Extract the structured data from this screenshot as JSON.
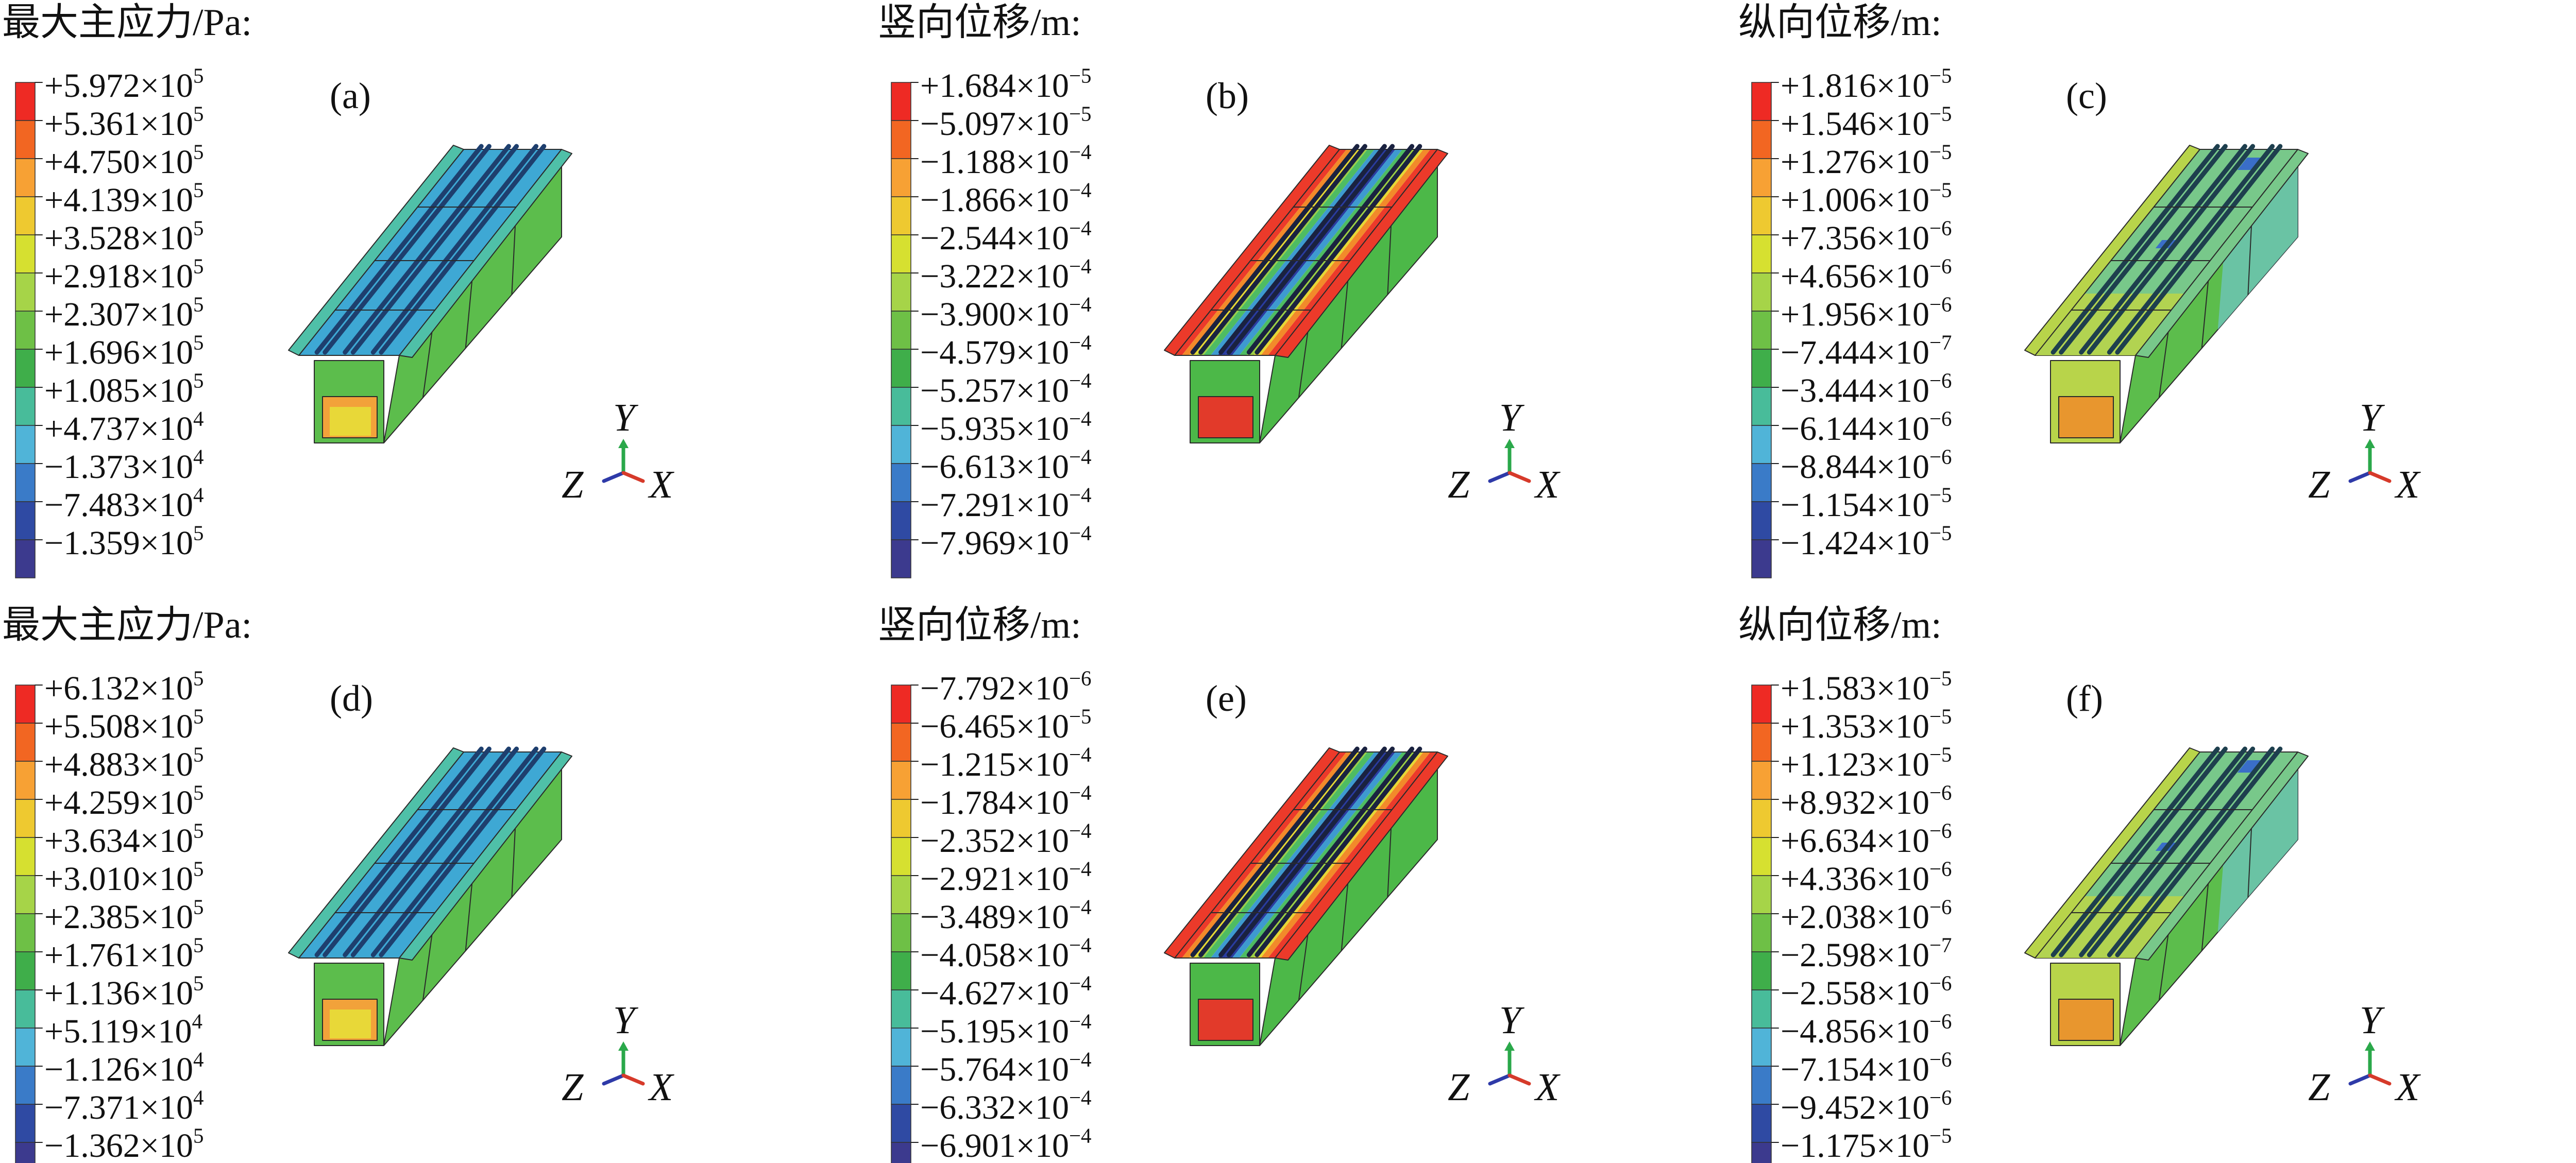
{
  "rows": [
    [
      {
        "title": "最大主应力/Pa:",
        "label": "(a)",
        "color_scheme": "stress",
        "ticks": [
          "+5.972×10^5",
          "+5.361×10^5",
          "+4.750×10^5",
          "+4.139×10^5",
          "+3.528×10^5",
          "+2.918×10^5",
          "+2.307×10^5",
          "+1.696×10^5",
          "+1.085×10^5",
          "+4.737×10^4",
          "−1.373×10^4",
          "−7.483×10^4",
          "−1.359×10^5"
        ]
      },
      {
        "title": "竖向位移/m:",
        "label": "(b)",
        "color_scheme": "vertical",
        "ticks": [
          "+1.684×10^−5",
          "−5.097×10^−5",
          "−1.188×10^−4",
          "−1.866×10^−4",
          "−2.544×10^−4",
          "−3.222×10^−4",
          "−3.900×10^−4",
          "−4.579×10^−4",
          "−5.257×10^−4",
          "−5.935×10^−4",
          "−6.613×10^−4",
          "−7.291×10^−4",
          "−7.969×10^−4"
        ]
      },
      {
        "title": "纵向位移/m:",
        "label": "(c)",
        "color_scheme": "longitudinal",
        "ticks": [
          "+1.816×10^−5",
          "+1.546×10^−5",
          "+1.276×10^−5",
          "+1.006×10^−5",
          "+7.356×10^−6",
          "+4.656×10^−6",
          "+1.956×10^−6",
          "−7.444×10^−7",
          "−3.444×10^−6",
          "−6.144×10^−6",
          "−8.844×10^−6",
          "−1.154×10^−5",
          "−1.424×10^−5"
        ]
      }
    ],
    [
      {
        "title": "最大主应力/Pa:",
        "label": "(d)",
        "color_scheme": "stress",
        "ticks": [
          "+6.132×10^5",
          "+5.508×10^5",
          "+4.883×10^5",
          "+4.259×10^5",
          "+3.634×10^5",
          "+3.010×10^5",
          "+2.385×10^5",
          "+1.761×10^5",
          "+1.136×10^5",
          "+5.119×10^4",
          "−1.126×10^4",
          "−7.371×10^4",
          "−1.362×10^5"
        ]
      },
      {
        "title": "竖向位移/m:",
        "label": "(e)",
        "color_scheme": "vertical",
        "ticks": [
          "−7.792×10^−6",
          "−6.465×10^−5",
          "−1.215×10^−4",
          "−1.784×10^−4",
          "−2.352×10^−4",
          "−2.921×10^−4",
          "−3.489×10^−4",
          "−4.058×10^−4",
          "−4.627×10^−4",
          "−5.195×10^−4",
          "−5.764×10^−4",
          "−6.332×10^−4",
          "−6.901×10^−4"
        ]
      },
      {
        "title": "纵向位移/m:",
        "label": "(f)",
        "color_scheme": "longitudinal",
        "ticks": [
          "+1.583×10^−5",
          "+1.353×10^−5",
          "+1.123×10^−5",
          "+8.932×10^−6",
          "+6.634×10^−6",
          "+4.336×10^−6",
          "+2.038×10^−6",
          "−2.598×10^−7",
          "−2.558×10^−6",
          "−4.856×10^−6",
          "−7.154×10^−6",
          "−9.452×10^−6",
          "−1.175×10^−5"
        ]
      }
    ]
  ],
  "axis_triad": {
    "y": "Y",
    "z": "Z",
    "x": "X"
  },
  "legend_colors": [
    "#ee2a24",
    "#f26622",
    "#f7a134",
    "#eec930",
    "#d6e030",
    "#a6d448",
    "#6ec046",
    "#3fae4a",
    "#48bc9a",
    "#50b4d8",
    "#3a7bc8",
    "#2f4aa3",
    "#3c3a8e"
  ],
  "colors": {
    "stress": {
      "top": "#3ea8d4",
      "side": "#5cbd4c",
      "end": "#5cbd4c",
      "end_hot": "#f2a23a",
      "end_hot_inner": "#e8d838",
      "flange": "#4fc0a8",
      "rail": "#1e3f6e"
    },
    "vertical": {
      "deck_bands": [
        "#ec3a2a",
        "#f28a2a",
        "#e6d834",
        "#9ccf44",
        "#4ebc62",
        "#3e9ad0",
        "#2a3ca0",
        "#2a3ca0",
        "#3e9ad0",
        "#4ebc62",
        "#9ccf44",
        "#e6d834",
        "#f28a2a",
        "#ec3a2a"
      ],
      "side": "#4cb848",
      "end_hot": "#e23a2a",
      "rail": "#1a2240"
    },
    "longitudinal": {
      "top": "#78c88a",
      "top_near": "#b8d44a",
      "side": "#5cbd4c",
      "side_far": "#6cc4b4",
      "end_hot": "#e8962e",
      "end": "#b8d44a",
      "rail": "#1e3f4e",
      "spot": "#3a6ec8"
    }
  }
}
